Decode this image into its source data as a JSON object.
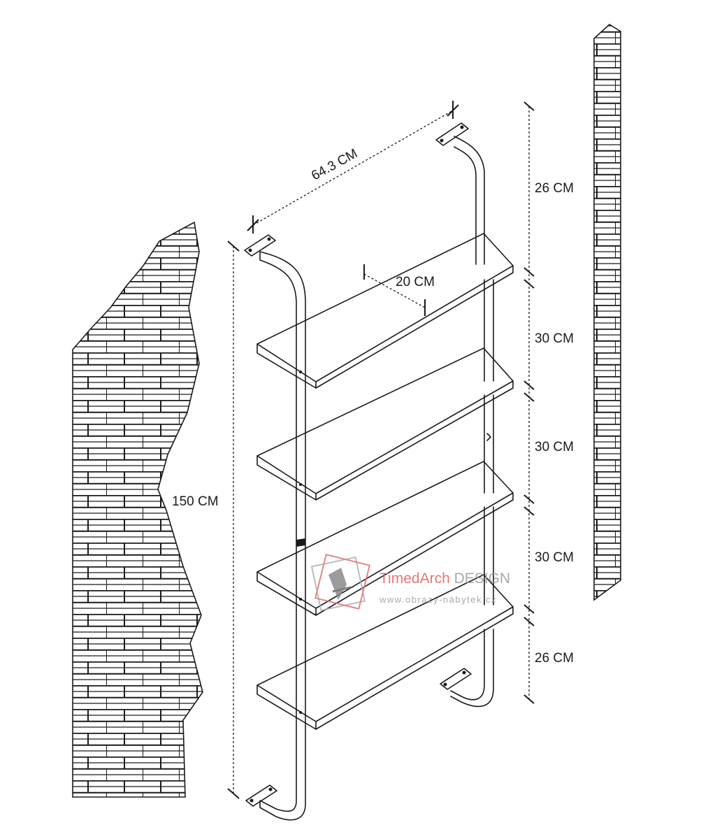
{
  "dimensions": {
    "width": "64.3 CM",
    "depth": "20 CM",
    "height": "150 CM",
    "segments": [
      "26 CM",
      "30 CM",
      "30 CM",
      "30 CM",
      "26 CM"
    ]
  },
  "watermark": {
    "brand_part1": "TimedArch",
    "brand_part2": " DESIGN",
    "url": "www.obrazy-nábytek.cz",
    "brand_color": "#e06060",
    "text_color": "#9a9a9a"
  }
}
